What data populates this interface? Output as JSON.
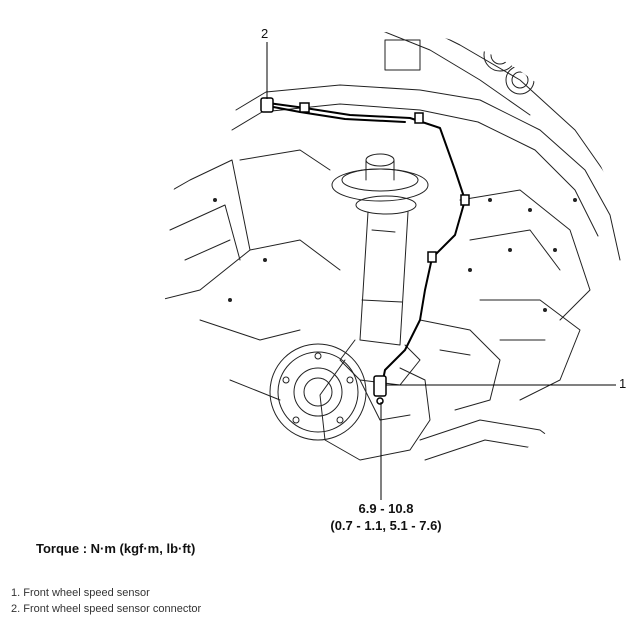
{
  "callouts": [
    {
      "number": "1"
    },
    {
      "number": "2"
    }
  ],
  "torque_spec": {
    "line1": "6.9 - 10.8",
    "line2": "(0.7 - 1.1, 5.1 - 7.6)"
  },
  "torque_title": "Torque : N·m (kgf·m, lb·ft)",
  "legend": [
    {
      "text": "1. Front wheel speed sensor"
    },
    {
      "text": "2. Front wheel speed sensor connector"
    }
  ]
}
